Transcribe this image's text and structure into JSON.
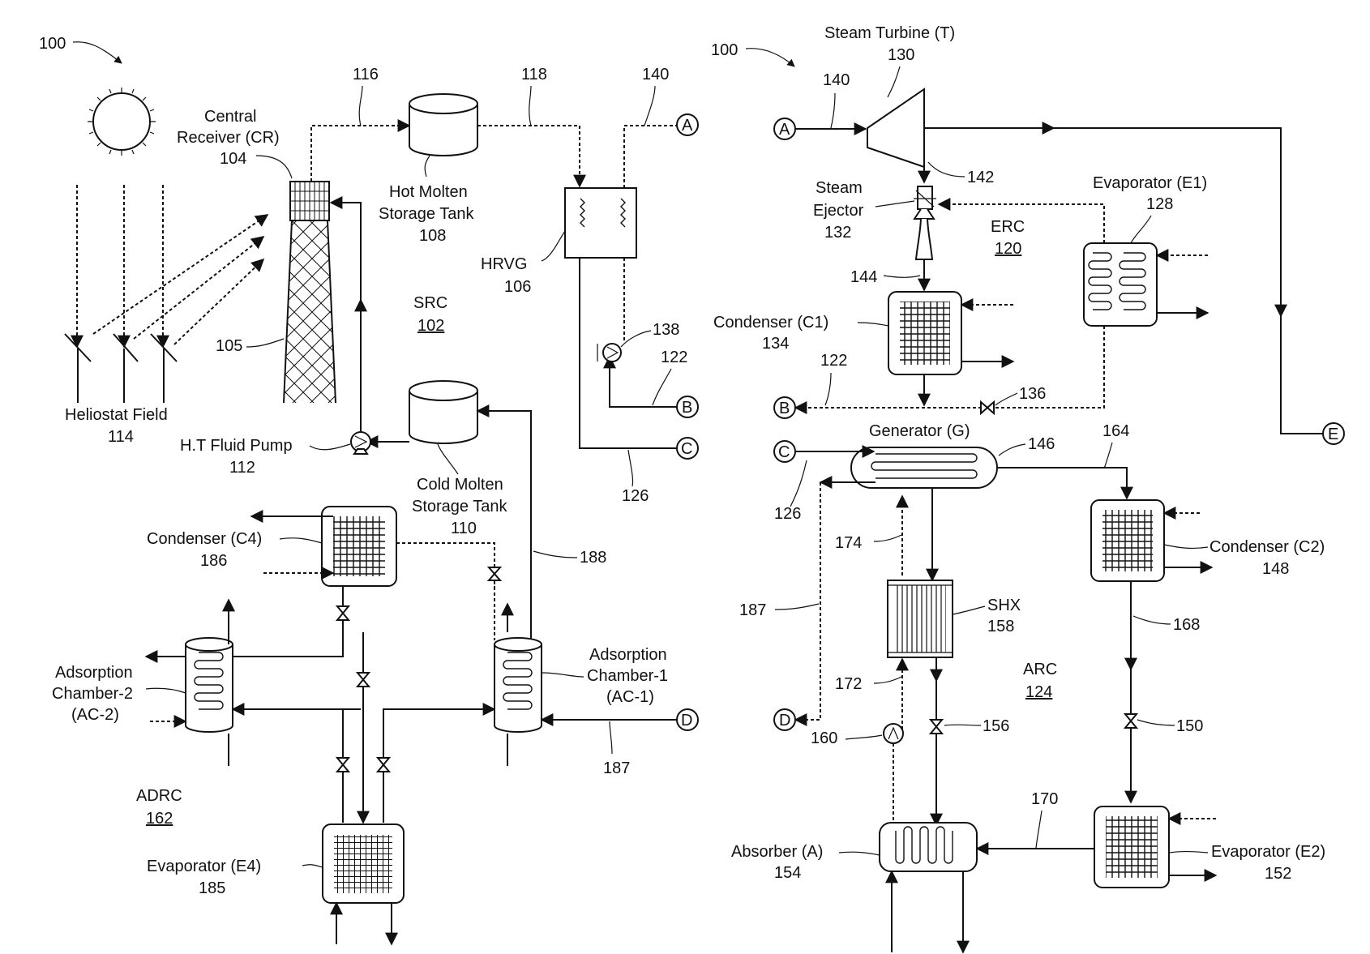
{
  "left_figure": {
    "ref": "100",
    "src_label": "SRC",
    "src_number": "102",
    "central_receiver": {
      "title": "Central",
      "subtitle": "Receiver (CR)",
      "number": "104"
    },
    "tower_number": "105",
    "hot_tank": {
      "line1": "Hot Molten",
      "line2": "Storage Tank",
      "number": "108"
    },
    "hrvg": {
      "label": "HRVG",
      "number": "106"
    },
    "cold_tank": {
      "line1": "Cold Molten",
      "line2": "Storage Tank",
      "number": "110"
    },
    "pump": {
      "label": "H.T Fluid Pump",
      "number": "112"
    },
    "heliostat": {
      "label": "Heliostat Field",
      "number": "114"
    },
    "line_116": "116",
    "line_118": "118",
    "line_140": "140",
    "pump_138": "138",
    "line_122": "122",
    "line_126": "126",
    "line_188": "188",
    "line_187": "187",
    "condenser_c4": {
      "label": "Condenser (C4)",
      "number": "186"
    },
    "ac2": {
      "line1": "Adsorption",
      "line2": "Chamber-2",
      "line3": "(AC-2)"
    },
    "ac1": {
      "line1": "Adsorption",
      "line2": "Chamber-1",
      "line3": "(AC-1)"
    },
    "adrc_label": "ADRC",
    "adrc_number": "162",
    "evaporator_e4": {
      "label": "Evaporator (E4)",
      "number": "185"
    },
    "connectors": {
      "a": "A",
      "b": "B",
      "c": "C",
      "d": "D"
    }
  },
  "right_figure": {
    "ref": "100",
    "turbine": {
      "label": "Steam Turbine (T)",
      "number": "130"
    },
    "line_140": "140",
    "line_142": "142",
    "ejector": {
      "line1": "Steam",
      "line2": "Ejector",
      "number": "132"
    },
    "erc_label": "ERC",
    "erc_number": "120",
    "evaporator_e1": {
      "label": "Evaporator (E1)",
      "number": "128"
    },
    "line_144": "144",
    "condenser_c1": {
      "label": "Condenser (C1)",
      "number": "134"
    },
    "line_122": "122",
    "valve_136": "136",
    "generator": {
      "label": "Generator (G)",
      "number": "146"
    },
    "line_164": "164",
    "line_126": "126",
    "condenser_c2": {
      "label": "Condenser (C2)",
      "number": "148"
    },
    "line_174": "174",
    "line_187": "187",
    "shx": {
      "label": "SHX",
      "number": "158"
    },
    "line_168": "168",
    "arc_label": "ARC",
    "arc_number": "124",
    "line_172": "172",
    "pump_160": "160",
    "valve_156": "156",
    "valve_150": "150",
    "line_170": "170",
    "absorber": {
      "label": "Absorber (A)",
      "number": "154"
    },
    "evaporator_e2": {
      "label": "Evaporator (E2)",
      "number": "152"
    },
    "connectors": {
      "a": "A",
      "b": "B",
      "c": "C",
      "d": "D",
      "e": "E"
    }
  }
}
